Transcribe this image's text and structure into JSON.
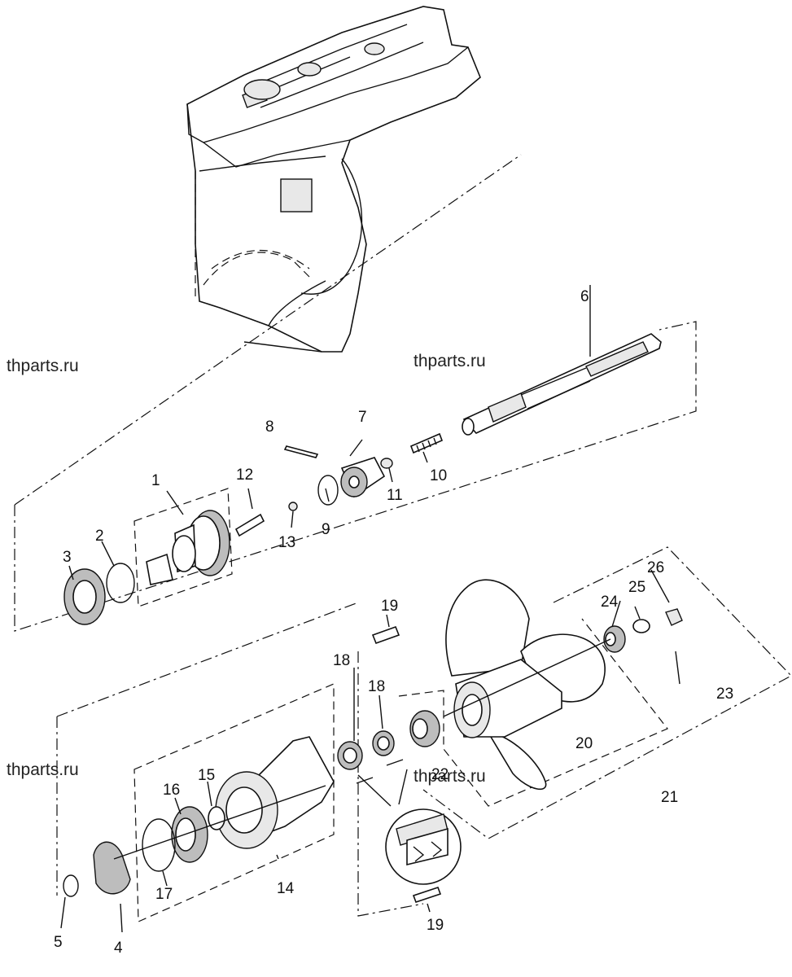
{
  "watermarks": [
    "thparts.ru",
    "thparts.ru",
    "thparts.ru",
    "thparts.ru"
  ],
  "callouts": {
    "c1": "1",
    "c2": "2",
    "c3": "3",
    "c4": "4",
    "c5": "5",
    "c6": "6",
    "c7": "7",
    "c8": "8",
    "c9": "9",
    "c10": "10",
    "c11": "11",
    "c12": "12",
    "c13": "13",
    "c14": "14",
    "c15": "15",
    "c16": "16",
    "c17": "17",
    "c18a": "18",
    "c18b": "18",
    "c19a": "19",
    "c19b": "19",
    "c20": "20",
    "c21": "21",
    "c22": "22",
    "c23": "23",
    "c24": "24",
    "c25": "25",
    "c26": "26"
  }
}
